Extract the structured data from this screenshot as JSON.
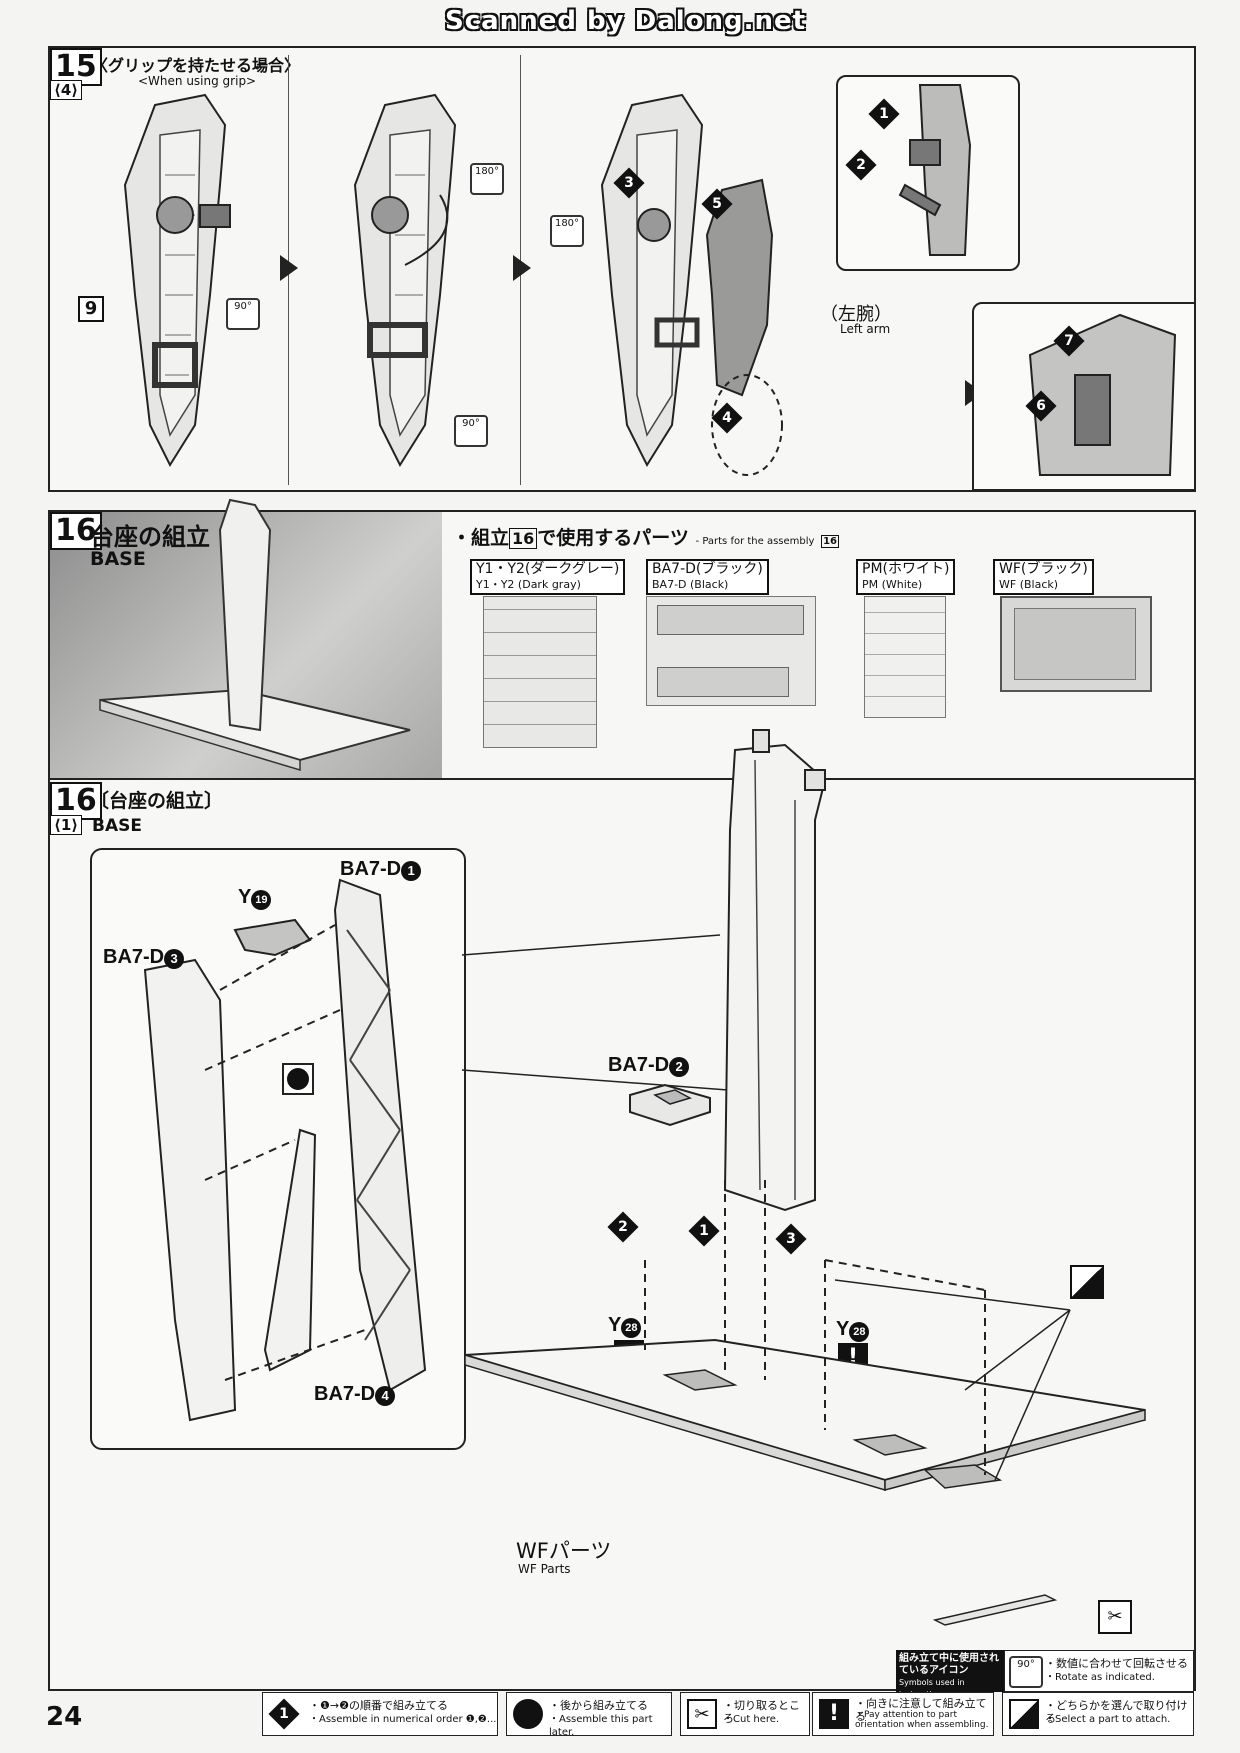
{
  "header": {
    "scan_credit": "Scanned by Dalong.net"
  },
  "step15": {
    "number": "15",
    "substep": "⟨4⟩",
    "title_ja": "〈グリップを持たせる場合〉",
    "title_en": "<When using grip>",
    "part_label": "9",
    "rotation_labels": [
      "90°",
      "180°",
      "90°",
      "180°"
    ],
    "left_arm_ja": "（左腕）",
    "left_arm_en": "Left arm",
    "order_numbers": [
      "1",
      "2",
      "3",
      "4",
      "5",
      "6",
      "7"
    ]
  },
  "step16_header": {
    "number": "16",
    "title_ja": "台座の組立",
    "title_en": "BASE",
    "parts_heading_ja": "・組立",
    "parts_heading_num": "16",
    "parts_heading_ja2": "で使用するパーツ",
    "parts_heading_en": "- Parts for the assembly",
    "parts_heading_en_num": "16",
    "parts": [
      {
        "ja": "Y1・Y2(ダークグレー)",
        "en": "Y1・Y2 (Dark gray)"
      },
      {
        "ja": "BA7-D(ブラック)",
        "en": "BA7-D (Black)"
      },
      {
        "ja": "PM(ホワイト)",
        "en": "PM (White)"
      },
      {
        "ja": "WF(ブラック)",
        "en": "WF (Black)"
      }
    ]
  },
  "step16_1": {
    "number": "16",
    "substep": "⟨1⟩",
    "title_ja": "〔台座の組立〕",
    "title_en": "BASE",
    "labels": {
      "ba7d1": "BA7-D",
      "ba7d1_num": "1",
      "y19": "Y",
      "y19_num": "19",
      "ba7d3": "BA7-D",
      "ba7d3_num": "3",
      "ba7d4": "BA7-D",
      "ba7d4_num": "4",
      "ba7d2": "BA7-D",
      "ba7d2_num": "2",
      "y28_left": "Y",
      "y28_left_num": "28",
      "y28_right": "Y",
      "y28_right_num": "28",
      "wf_ja": "WFパーツ",
      "wf_en": "WF Parts"
    },
    "order_numbers": [
      "2",
      "1",
      "3"
    ]
  },
  "legend": {
    "page_number": "24",
    "header_ja": "組み立て中に使用されているアイコン",
    "header_en": "Symbols used in instructions",
    "rotate_ja": "・数値に合わせて回転させる",
    "rotate_en": "・Rotate as indicated.",
    "rotate_icon": "90°",
    "items": [
      {
        "icon": "1",
        "ja": "・❶→❷の順番で組み立てる",
        "en": "・Assemble in numerical order ❶,❷..."
      },
      {
        "icon": "later",
        "ja": "・後から組み立てる",
        "en": "・Assemble this part later."
      },
      {
        "icon": "cut",
        "ja": "・切り取るところ",
        "en": "・Cut here."
      },
      {
        "icon": "!",
        "ja": "・向きに注意して組み立てる",
        "en": "・Pay attention to part orientation when assembling."
      },
      {
        "icon": "select",
        "ja": "・どちらかを選んで取り付ける",
        "en": "・Select a part to attach."
      }
    ]
  }
}
